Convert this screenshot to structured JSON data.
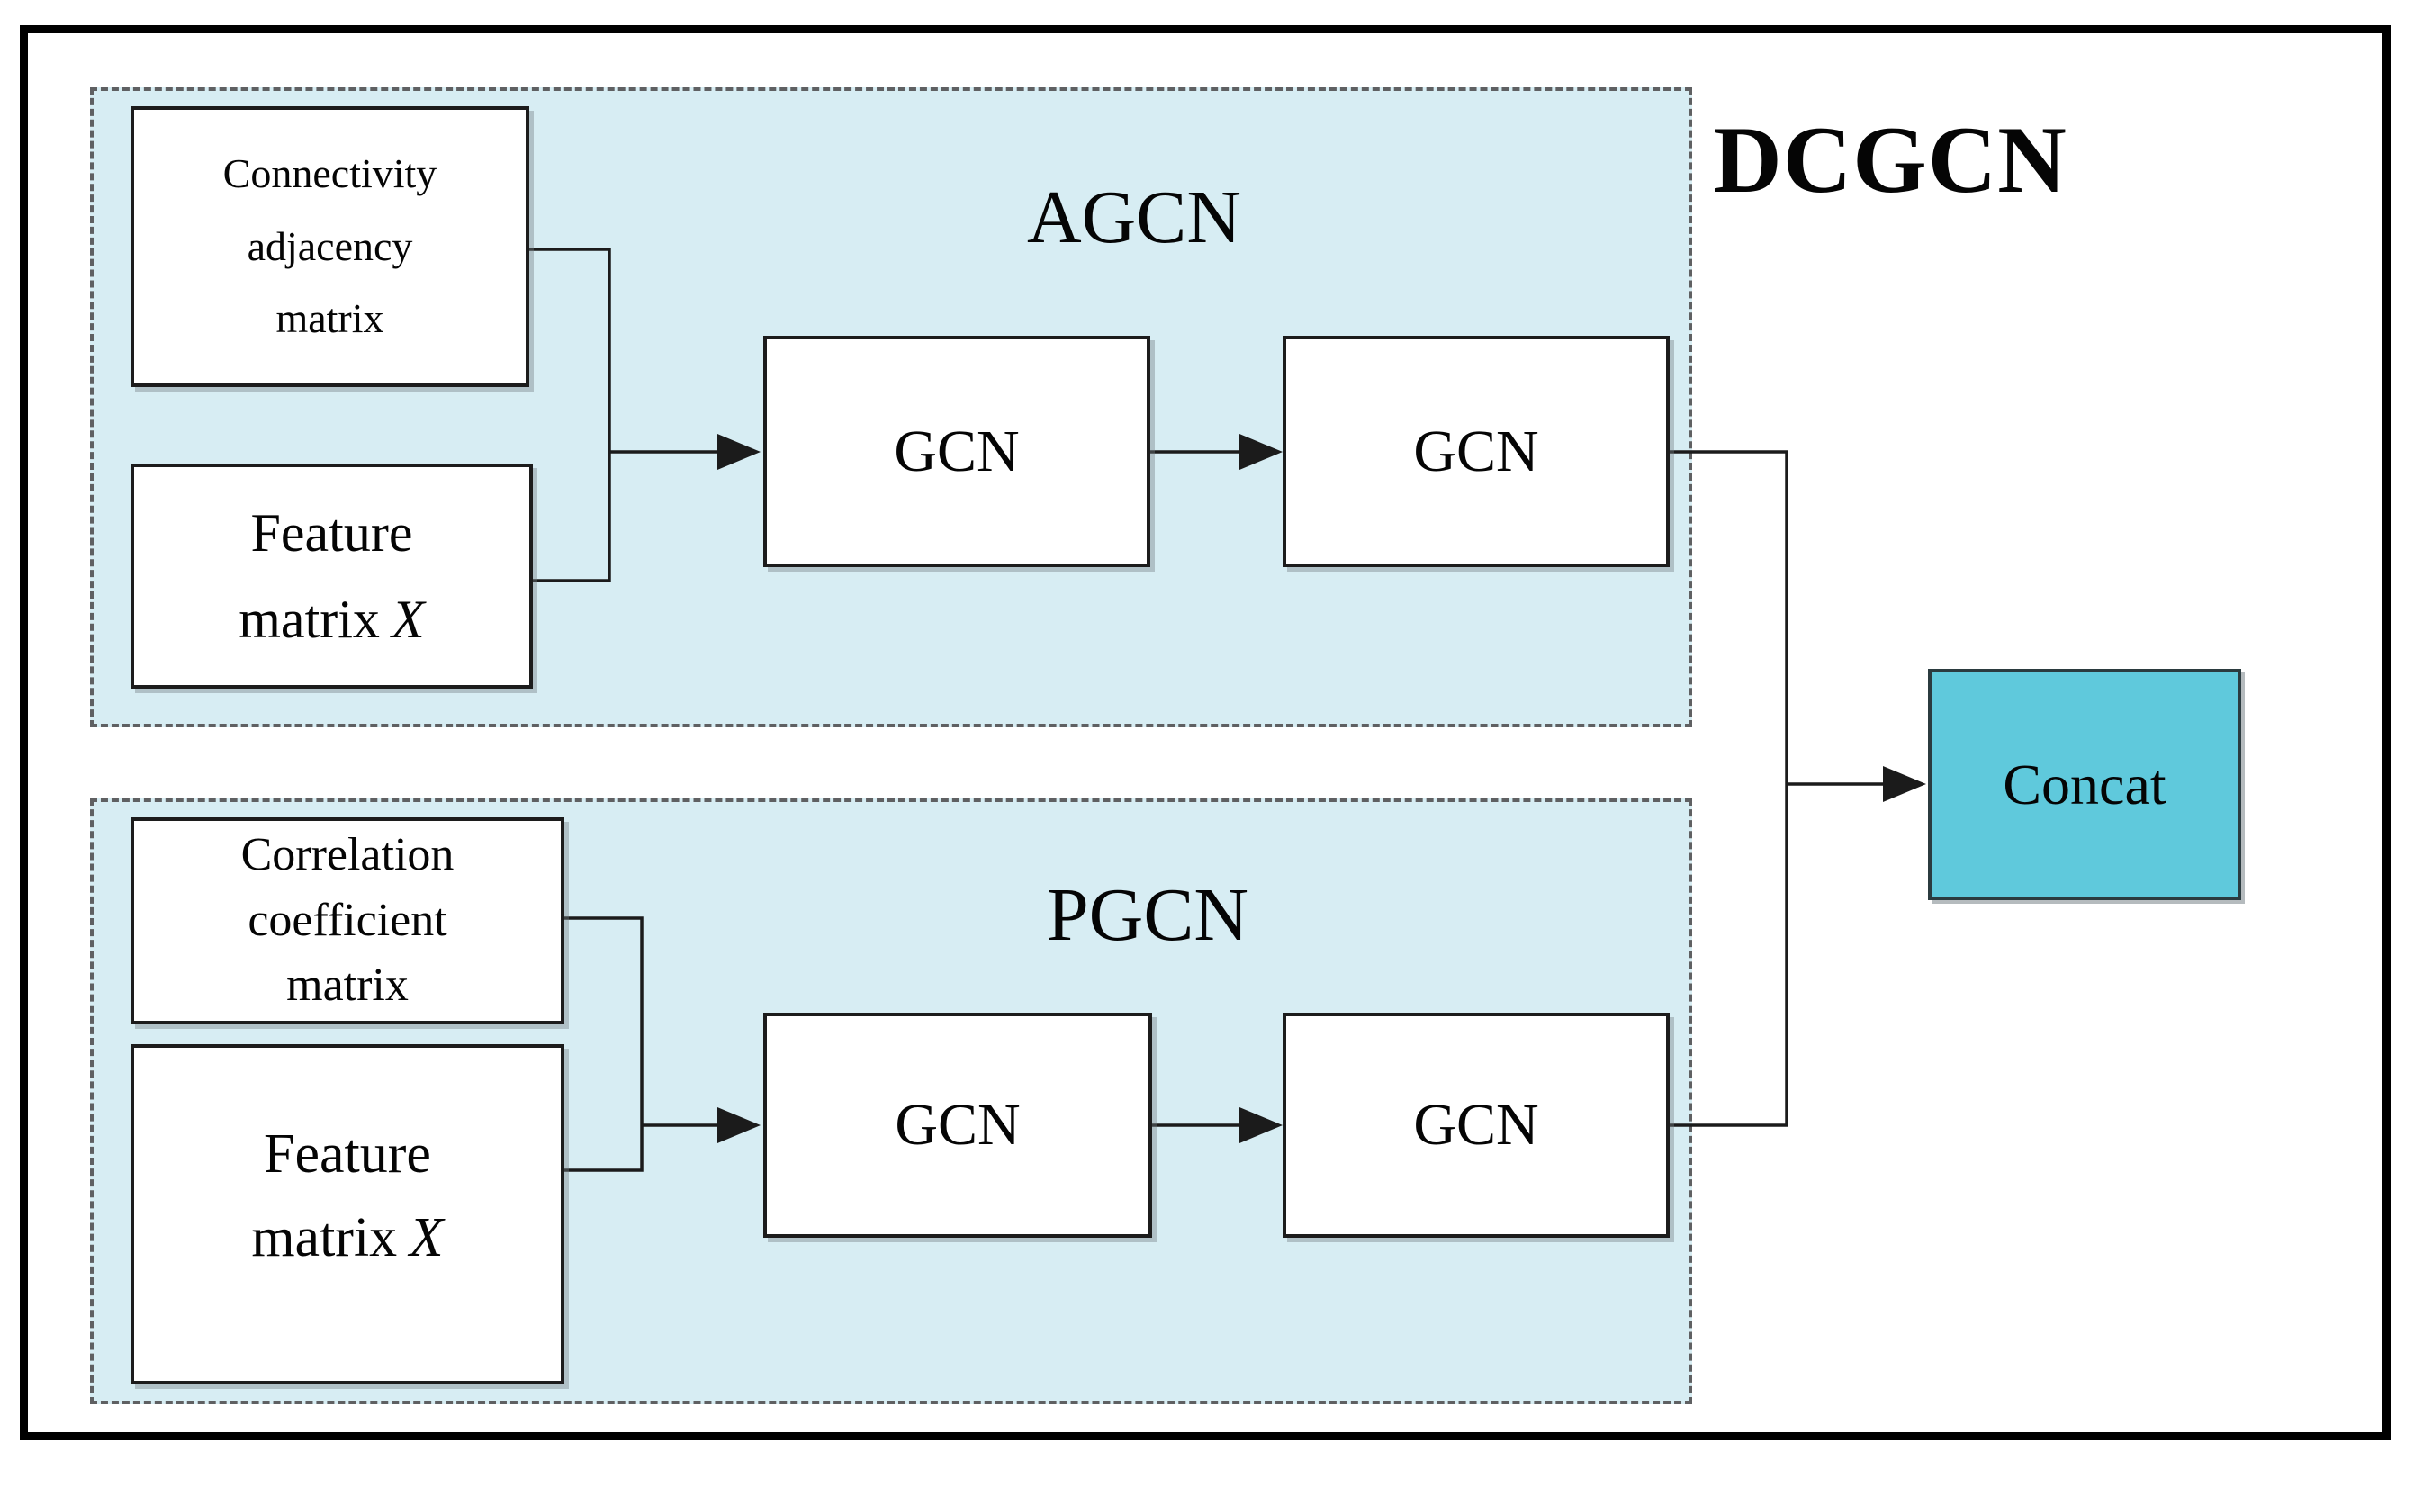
{
  "diagram_title": "DCGCN",
  "colors": {
    "region_fill": "#d7edf3",
    "concat_fill": "#5fc9dc",
    "dashed_border": "#5f6062",
    "box_border": "#1c1c1c",
    "connector_line": "#1b1b1b"
  },
  "agcn": {
    "label": "AGCN",
    "connectivity_box": {
      "line1": "Connectivity",
      "line2": "adjacency",
      "line3": "matrix"
    },
    "feature_box": {
      "line1": "Feature",
      "line2_text": "matrix",
      "line2_var": "X"
    },
    "gcn_box_1": {
      "label": "GCN"
    },
    "gcn_box_2": {
      "label": "GCN"
    }
  },
  "pgcn": {
    "label": "PGCN",
    "correlation_box": {
      "line1": "Correlation",
      "line2": "coefficient",
      "line3": "matrix"
    },
    "feature_box": {
      "line1": "Feature",
      "line2_text": "matrix",
      "line2_var": "X"
    },
    "gcn_box_1": {
      "label": "GCN"
    },
    "gcn_box_2": {
      "label": "GCN"
    }
  },
  "concat_box": {
    "label": "Concat"
  }
}
